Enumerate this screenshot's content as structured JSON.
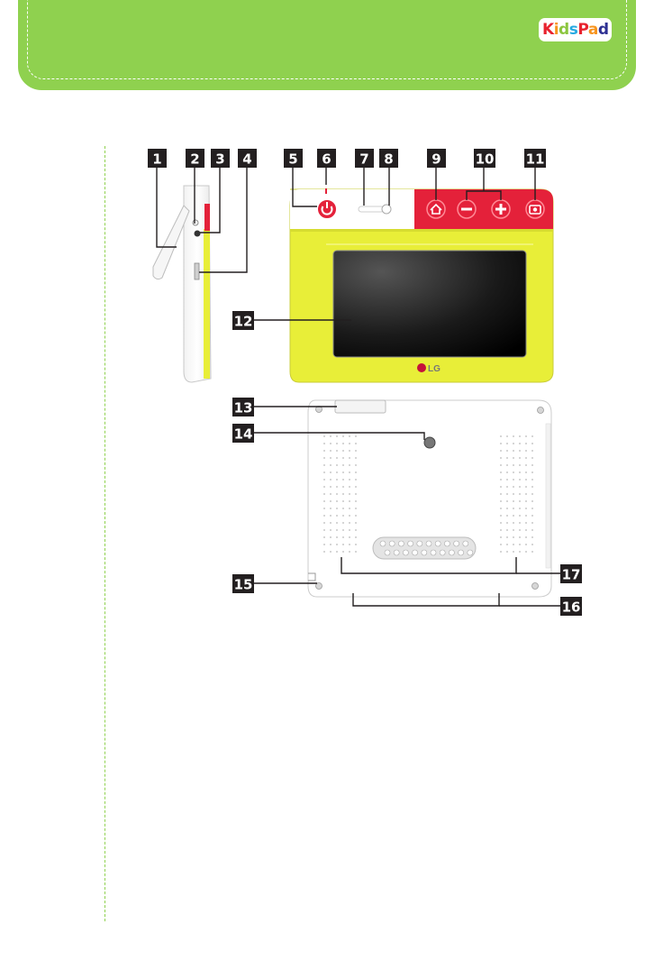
{
  "header": {
    "logo": "KidsPad",
    "logo_letters": [
      {
        "ch": "K",
        "color": "#e8222e"
      },
      {
        "ch": "i",
        "color": "#f7941d"
      },
      {
        "ch": "d",
        "color": "#8cc63f"
      },
      {
        "ch": "s",
        "color": "#27aae1"
      },
      {
        "ch": "P",
        "color": "#e8222e"
      },
      {
        "ch": "a",
        "color": "#f7941d"
      },
      {
        "ch": "d",
        "color": "#2e3192"
      }
    ]
  },
  "colors": {
    "header_green": "#8fd14f",
    "body_yellow": "#e8ee38",
    "button_red": "#e4213a",
    "badge_black": "#231f20"
  },
  "callouts": {
    "c1": "1",
    "c2": "2",
    "c3": "3",
    "c4": "4",
    "c5": "5",
    "c6": "6",
    "c7": "7",
    "c8": "8",
    "c9": "9",
    "c10": "10",
    "c11": "11",
    "c12": "12",
    "c13": "13",
    "c14": "14",
    "c15": "15",
    "c16": "16",
    "c17": "17"
  },
  "device": {
    "brand": "LG",
    "icons": [
      "power-icon",
      "home-icon",
      "minus-icon",
      "plus-icon",
      "camera-icon"
    ]
  }
}
